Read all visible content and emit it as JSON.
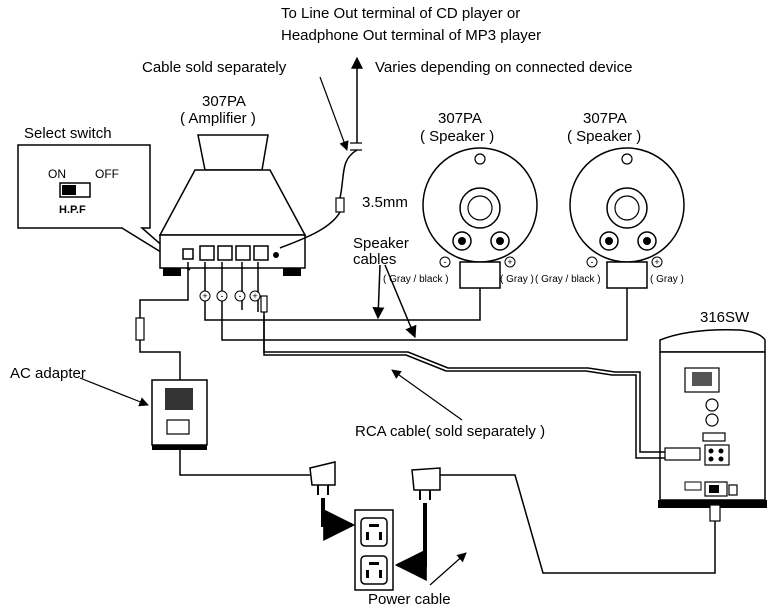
{
  "labels": {
    "line_out_1": "To Line Out terminal of CD player or",
    "line_out_2": "Headphone Out terminal of MP3 player",
    "varies": "Varies depending on connected device",
    "cable_sold": "Cable sold separately",
    "amp_model": "307PA",
    "amp_name": "( Amplifier )",
    "select_switch": "Select switch",
    "on": "ON",
    "off": "OFF",
    "hpf": "H.P.F",
    "spk1_model": "307PA",
    "spk1_name": "( Speaker )",
    "spk2_model": "307PA",
    "spk2_name": "( Speaker )",
    "jack_size": "3.5mm",
    "speaker_cables_1": "Speaker",
    "speaker_cables_2": "cables",
    "gray_black_1": "( Gray / black )",
    "gray_1": "( Gray )",
    "gray_black_2": "( Gray / black )",
    "gray_2": "( Gray )",
    "sub_model": "316SW",
    "ac_adapter": "AC adapter",
    "rca_cable": "RCA cable( sold separately )",
    "power_cable": "Power cable",
    "minus": "-",
    "plus": "+"
  }
}
